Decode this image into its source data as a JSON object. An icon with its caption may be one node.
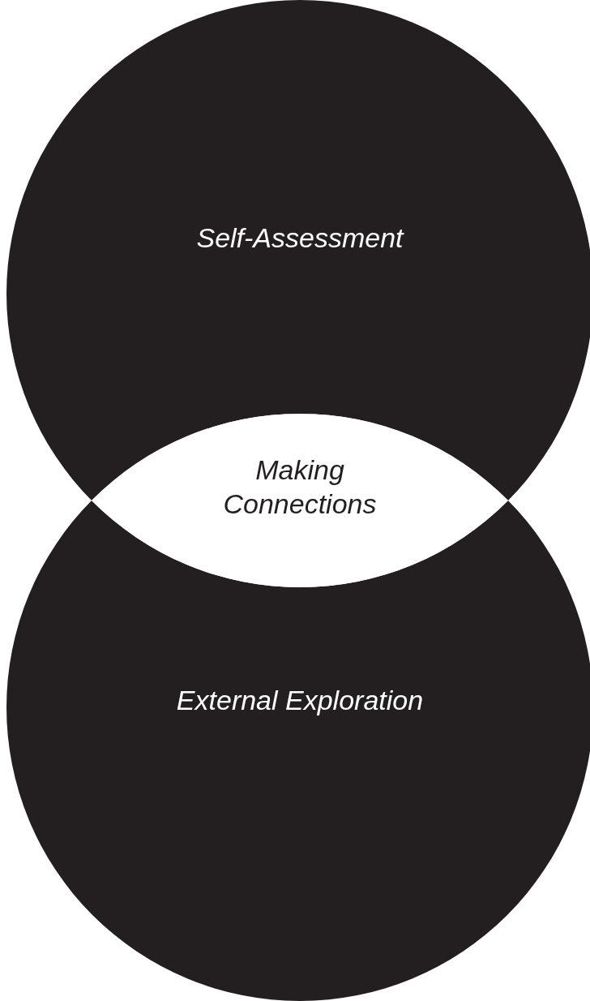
{
  "diagram": {
    "nodes": [
      {
        "text": [
          "Self-Assessment"
        ]
      },
      {
        "text": [
          "External Exploration"
        ]
      },
      {
        "text": [
          "Making Connections"
        ]
      }
    ]
  }
}
